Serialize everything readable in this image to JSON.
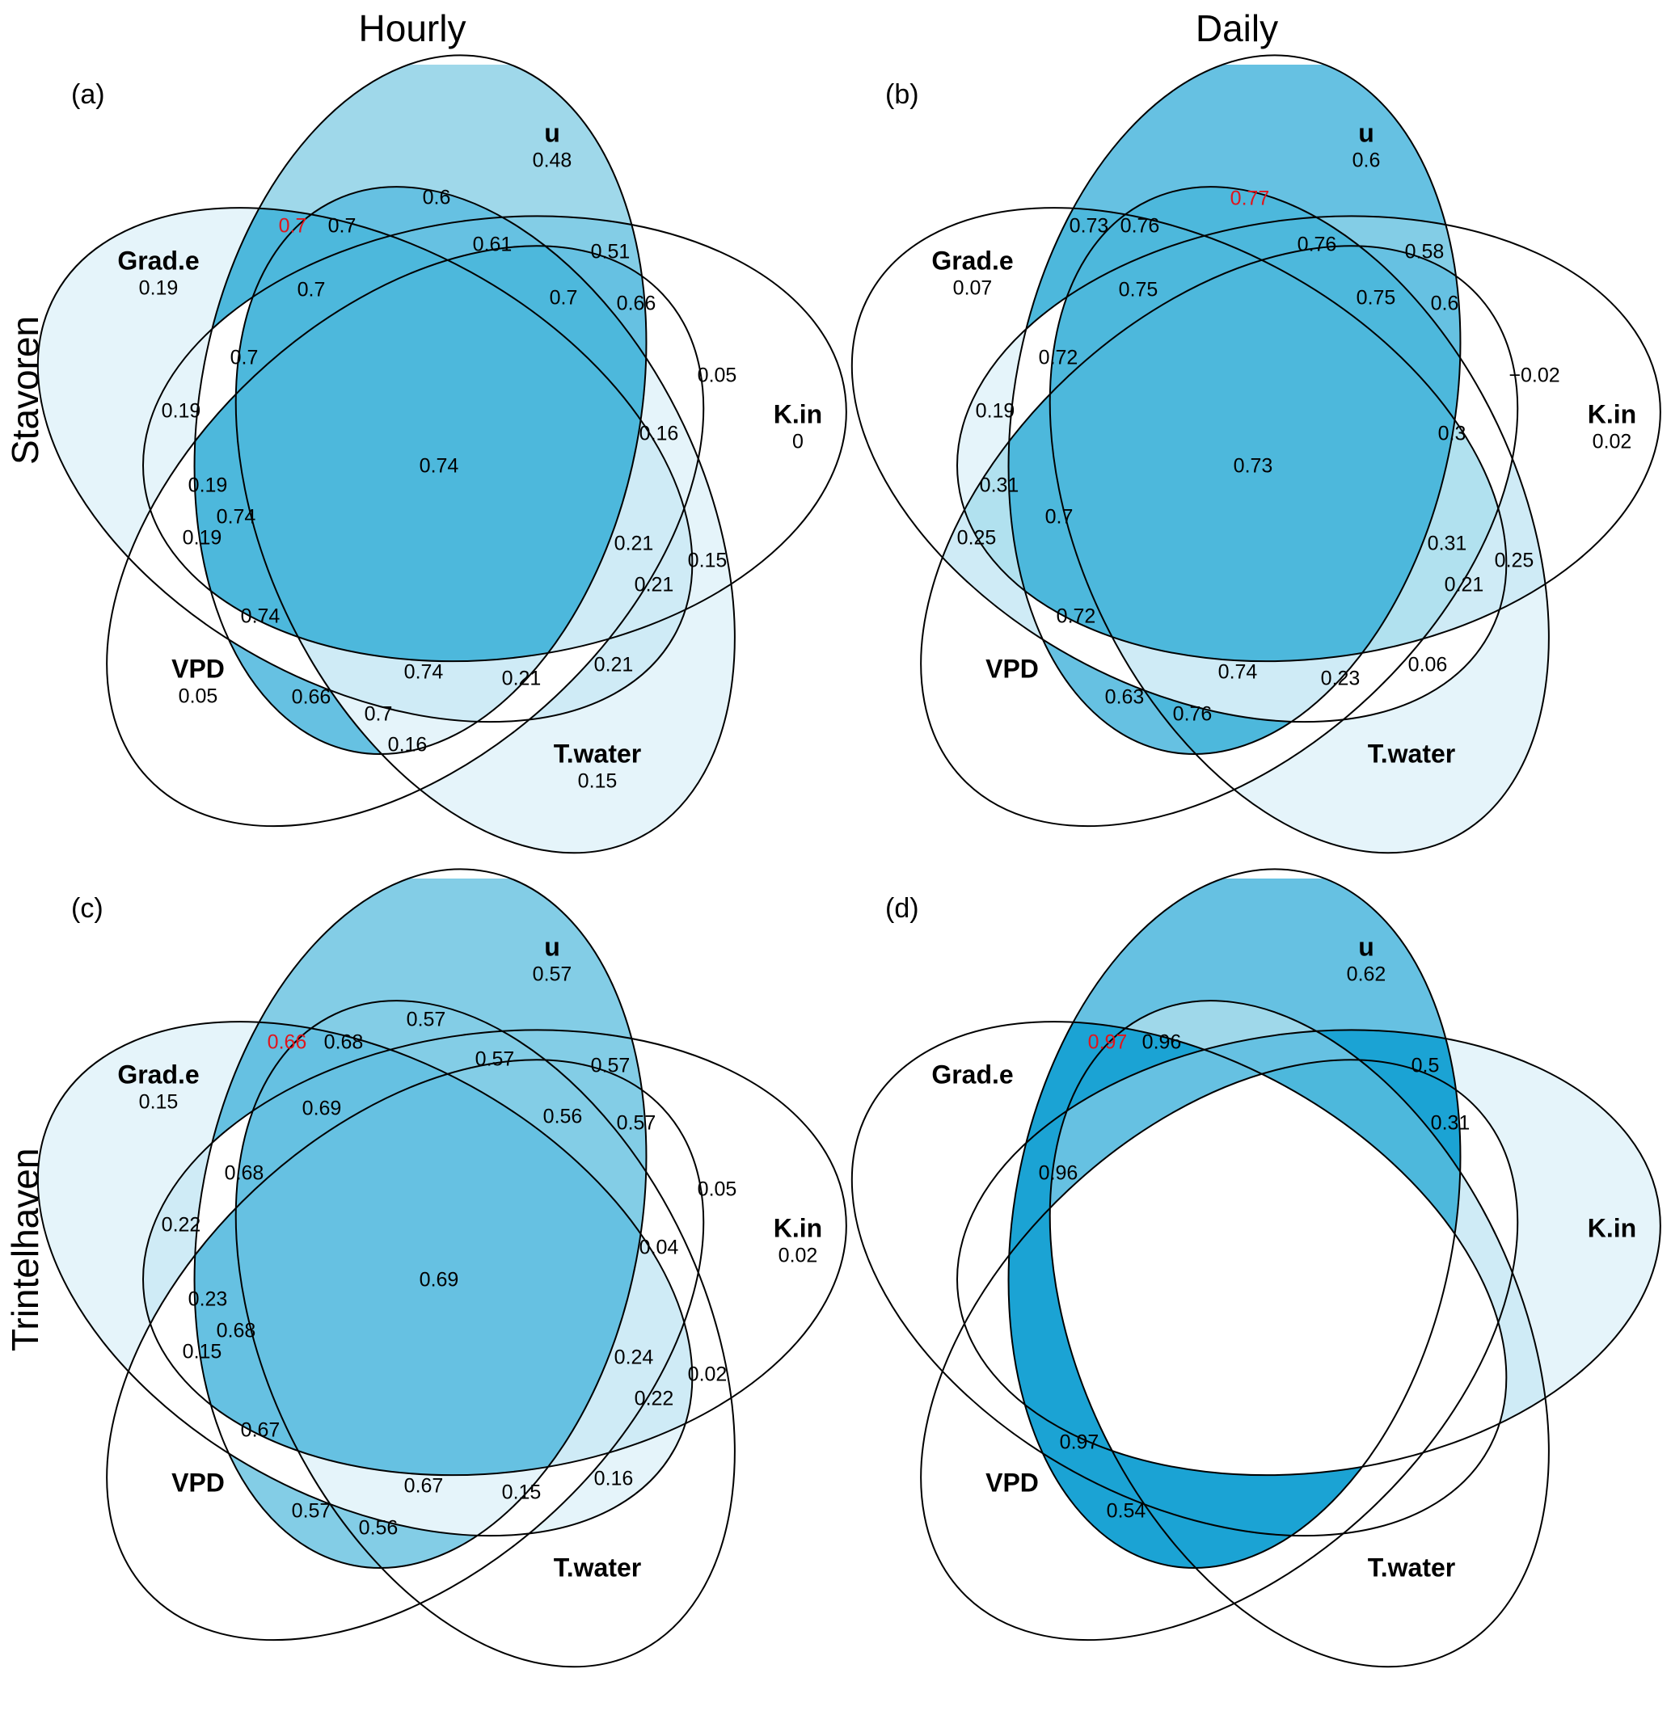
{
  "column_titles": [
    "Hourly",
    "Daily"
  ],
  "row_titles": [
    "Stavoren",
    "Trintelhaven"
  ],
  "sets": [
    "u",
    "K.in",
    "T.water",
    "VPD",
    "Grad.e"
  ],
  "color_scale": {
    "bins": [
      0.1,
      0.2,
      0.3,
      0.4,
      0.5,
      0.6,
      0.7,
      0.8,
      0.9
    ],
    "colors": [
      "#ffffff",
      "#e5f4fa",
      "#cfebf6",
      "#b1e1ef",
      "#9fd8ea",
      "#83cde6",
      "#66c1e2",
      "#4db8dc",
      "#33add8",
      "#1ba3d4"
    ],
    "highlight_color": "#e0151c",
    "stroke_color": "#000000"
  },
  "chart_data": [
    {
      "type": "venn5",
      "panel": "(a)",
      "station": "Stavoren",
      "resolution": "Hourly",
      "set_values": {
        "u": "0.48",
        "K.in": "0",
        "T.water": "0.15",
        "VPD": "0.05",
        "Grad.e": "0.19"
      },
      "regions": [
        {
          "value": "0.6"
        },
        {
          "value": "0.7",
          "highlight": true
        },
        {
          "value": "0.7"
        },
        {
          "value": "0.61"
        },
        {
          "value": "0.51"
        },
        {
          "value": "0.7"
        },
        {
          "value": "0.7"
        },
        {
          "value": "0.66"
        },
        {
          "value": "0.7"
        },
        {
          "value": "0.05"
        },
        {
          "value": "0.19"
        },
        {
          "value": "0.16"
        },
        {
          "value": "0.74"
        },
        {
          "value": "0.19"
        },
        {
          "value": "0.74"
        },
        {
          "value": "0.19"
        },
        {
          "value": "0.21"
        },
        {
          "value": "0.15"
        },
        {
          "value": "0.21"
        },
        {
          "value": "0.74"
        },
        {
          "value": "0.74"
        },
        {
          "value": "0.21"
        },
        {
          "value": "0.21"
        },
        {
          "value": "0.66"
        },
        {
          "value": "0.7"
        },
        {
          "value": "0.16"
        }
      ]
    },
    {
      "type": "venn5",
      "panel": "(b)",
      "station": "Stavoren",
      "resolution": "Daily",
      "set_values": {
        "u": "0.6",
        "K.in": "0.02",
        "T.water": "",
        "VPD": "",
        "Grad.e": "0.07"
      },
      "regions": [
        {
          "value": "0.77",
          "highlight": true
        },
        {
          "value": "0.73"
        },
        {
          "value": "0.76"
        },
        {
          "value": "0.76"
        },
        {
          "value": "0.58"
        },
        {
          "value": "0.75"
        },
        {
          "value": "0.75"
        },
        {
          "value": "0.6"
        },
        {
          "value": "0.72"
        },
        {
          "value": "-0.02"
        },
        {
          "value": "0.19"
        },
        {
          "value": "0.3"
        },
        {
          "value": "0.73"
        },
        {
          "value": "0.31"
        },
        {
          "value": "0.7"
        },
        {
          "value": "0.25"
        },
        {
          "value": "0.31"
        },
        {
          "value": "0.25"
        },
        {
          "value": "0.21"
        },
        {
          "value": "0.72"
        },
        {
          "value": "0.74"
        },
        {
          "value": "0.23"
        },
        {
          "value": "0.06"
        },
        {
          "value": "0.63"
        },
        {
          "value": "0.76"
        }
      ]
    },
    {
      "type": "venn5",
      "panel": "(c)",
      "station": "Trintelhaven",
      "resolution": "Hourly",
      "set_values": {
        "u": "0.57",
        "K.in": "0.02",
        "T.water": "",
        "VPD": "",
        "Grad.e": "0.15"
      },
      "regions": [
        {
          "value": "0.57"
        },
        {
          "value": "0.66",
          "highlight": true
        },
        {
          "value": "0.68"
        },
        {
          "value": "0.57"
        },
        {
          "value": "0.57"
        },
        {
          "value": "0.69"
        },
        {
          "value": "0.56"
        },
        {
          "value": "0.57"
        },
        {
          "value": "0.68"
        },
        {
          "value": "0.05"
        },
        {
          "value": "0.22"
        },
        {
          "value": "0.04"
        },
        {
          "value": "0.69"
        },
        {
          "value": "0.23"
        },
        {
          "value": "0.68"
        },
        {
          "value": "0.15"
        },
        {
          "value": "0.24"
        },
        {
          "value": "0.02"
        },
        {
          "value": "0.22"
        },
        {
          "value": "0.67"
        },
        {
          "value": "0.67"
        },
        {
          "value": "0.15"
        },
        {
          "value": "0.16"
        },
        {
          "value": "0.57"
        },
        {
          "value": "0.56"
        }
      ]
    },
    {
      "type": "venn5",
      "panel": "(d)",
      "station": "Trintelhaven",
      "resolution": "Daily",
      "set_values": {
        "u": "0.62",
        "K.in": "",
        "T.water": "",
        "VPD": "",
        "Grad.e": ""
      },
      "regions": [
        {
          "value": "0.97",
          "highlight": true
        },
        {
          "value": "0.96"
        },
        {
          "value": "0.5"
        },
        {
          "value": "0.31"
        },
        {
          "value": "0.96"
        },
        {
          "value": "0.97"
        },
        {
          "value": "0.54"
        }
      ]
    }
  ]
}
